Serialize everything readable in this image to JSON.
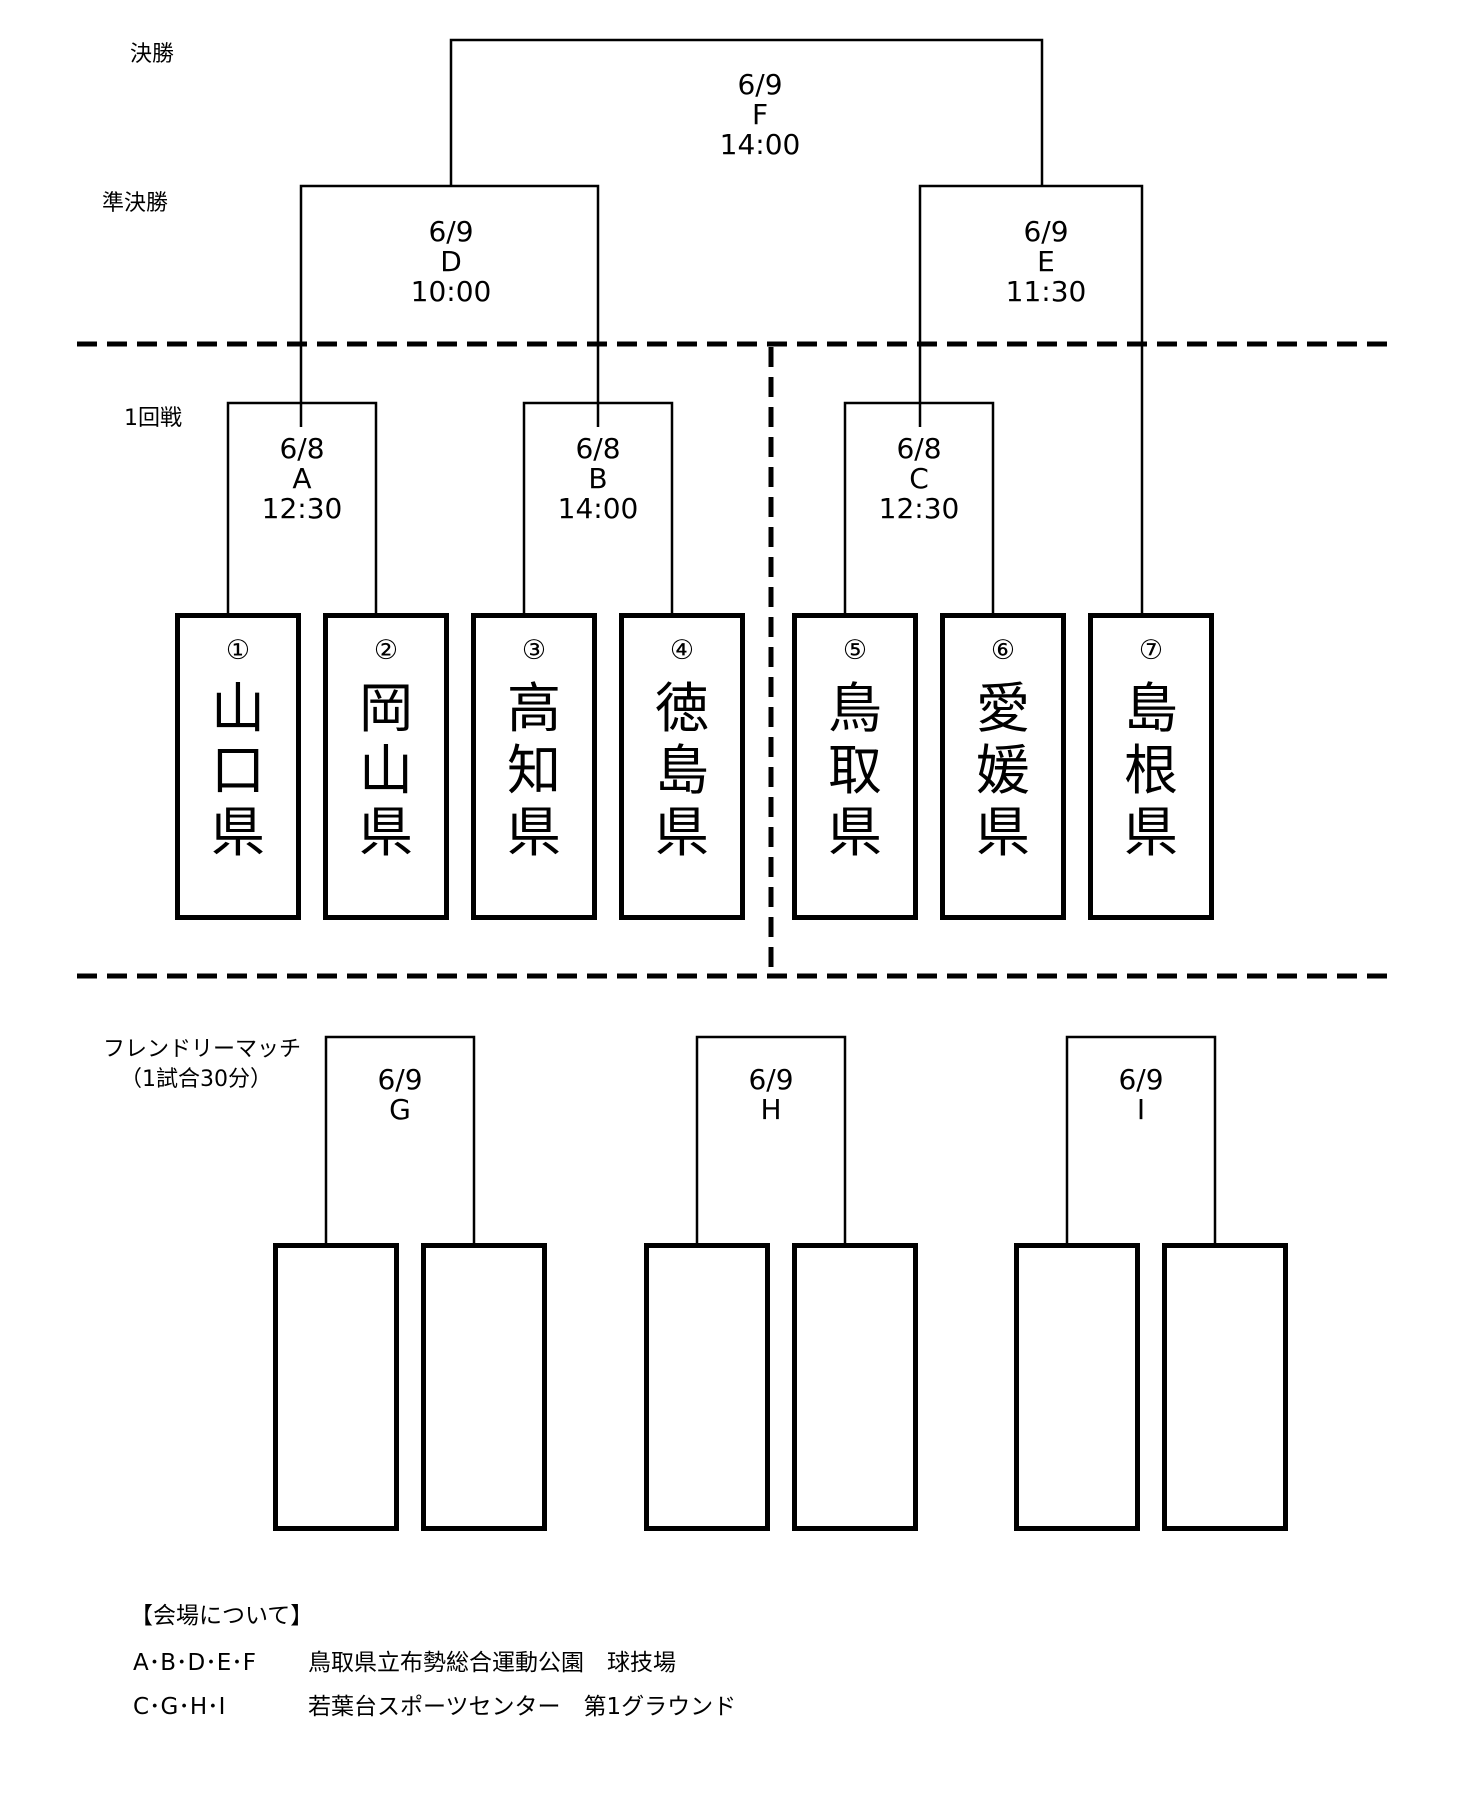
{
  "rounds": {
    "final": "決勝",
    "semifinal": "準決勝",
    "first_round": "1回戦",
    "friendly_line1": "フレンドリーマッチ",
    "friendly_line2": "（1試合30分）"
  },
  "matches": {
    "F": {
      "date": "6/9",
      "code": "F",
      "time": "14:00"
    },
    "D": {
      "date": "6/9",
      "code": "D",
      "time": "10:00"
    },
    "E": {
      "date": "6/9",
      "code": "E",
      "time": "11:30"
    },
    "A": {
      "date": "6/8",
      "code": "A",
      "time": "12:30"
    },
    "B": {
      "date": "6/8",
      "code": "B",
      "time": "14:00"
    },
    "C": {
      "date": "6/8",
      "code": "C",
      "time": "12:30"
    },
    "G": {
      "date": "6/9",
      "code": "G"
    },
    "H": {
      "date": "6/9",
      "code": "H"
    },
    "I": {
      "date": "6/9",
      "code": "I"
    }
  },
  "teams": [
    {
      "num": "①",
      "chars": [
        "山",
        "口",
        "県"
      ]
    },
    {
      "num": "②",
      "chars": [
        "岡",
        "山",
        "県"
      ]
    },
    {
      "num": "③",
      "chars": [
        "高",
        "知",
        "県"
      ]
    },
    {
      "num": "④",
      "chars": [
        "徳",
        "島",
        "県"
      ]
    },
    {
      "num": "⑤",
      "chars": [
        "鳥",
        "取",
        "県"
      ]
    },
    {
      "num": "⑥",
      "chars": [
        "愛",
        "媛",
        "県"
      ]
    },
    {
      "num": "⑦",
      "chars": [
        "島",
        "根",
        "県"
      ]
    }
  ],
  "venues": {
    "heading": "【会場について】",
    "row1_codes": "A･B･D･E･F",
    "row1_place": "鳥取県立布勢総合運動公園　球技場",
    "row2_codes": "C･G･H･I",
    "row2_place": "若葉台スポーツセンター　第1グラウンド"
  }
}
